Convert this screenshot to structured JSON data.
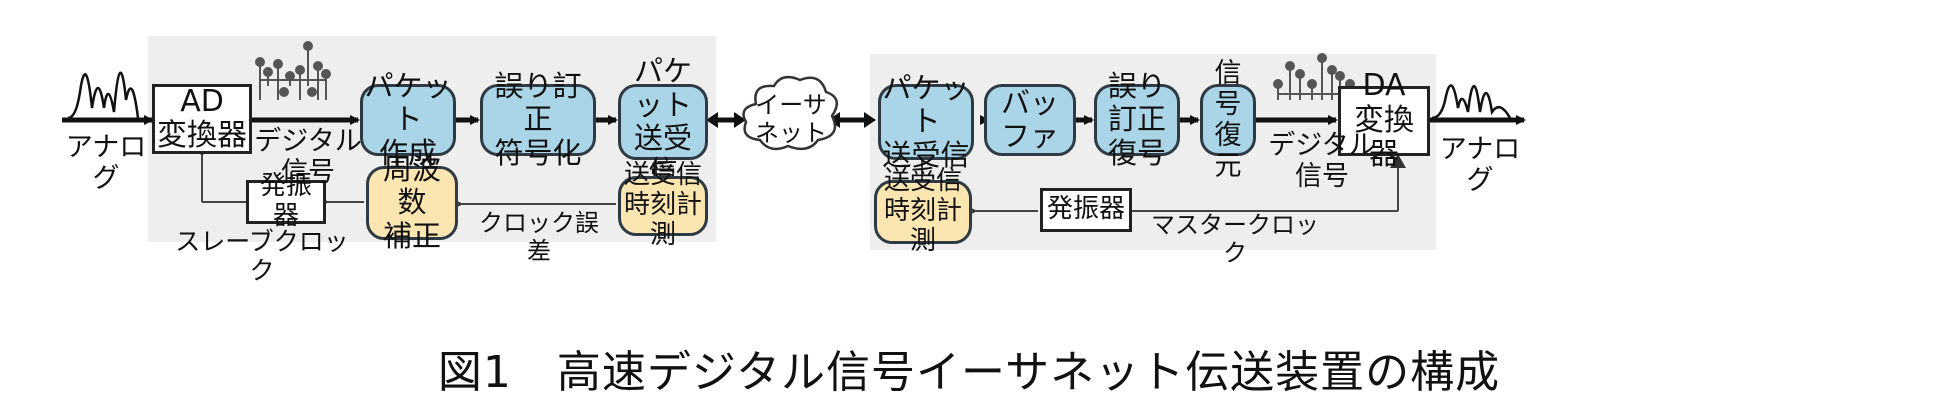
{
  "caption": "図1　高速デジタル信号イーサネット伝送装置の構成",
  "left": {
    "ad_converter": "AD\n変換器",
    "packet_create": "パケット\n作成",
    "ecc_encode": "誤り訂正\n符号化",
    "packet_txrx": "パケット\n送受信",
    "oscillator": "発振器",
    "freq_correct": "周波数\n補正",
    "timing_measure": "送受信\n時刻計測",
    "analog_label": "アナログ",
    "digital_label": "デジタル\n信号",
    "slave_clock": "スレーブクロック",
    "clock_error": "クロック誤差"
  },
  "network": {
    "ethernet": "イーサ\nネット"
  },
  "right": {
    "packet_txrx": "パケット\n送受信",
    "buffer": "バッファ",
    "ecc_decode": "誤り訂正\n復号",
    "signal_restore": "信号\n復元",
    "da_converter": "DA\n変換器",
    "timing_measure": "送受信\n時刻計測",
    "oscillator": "発振器",
    "master_clock": "マスタークロック",
    "digital_label": "デジタル\n信号",
    "analog_label": "アナログ"
  },
  "colors": {
    "block_blue": "#a9d5e6",
    "block_tan": "#fbe6b2",
    "panel_gray": "#eeeeee"
  }
}
